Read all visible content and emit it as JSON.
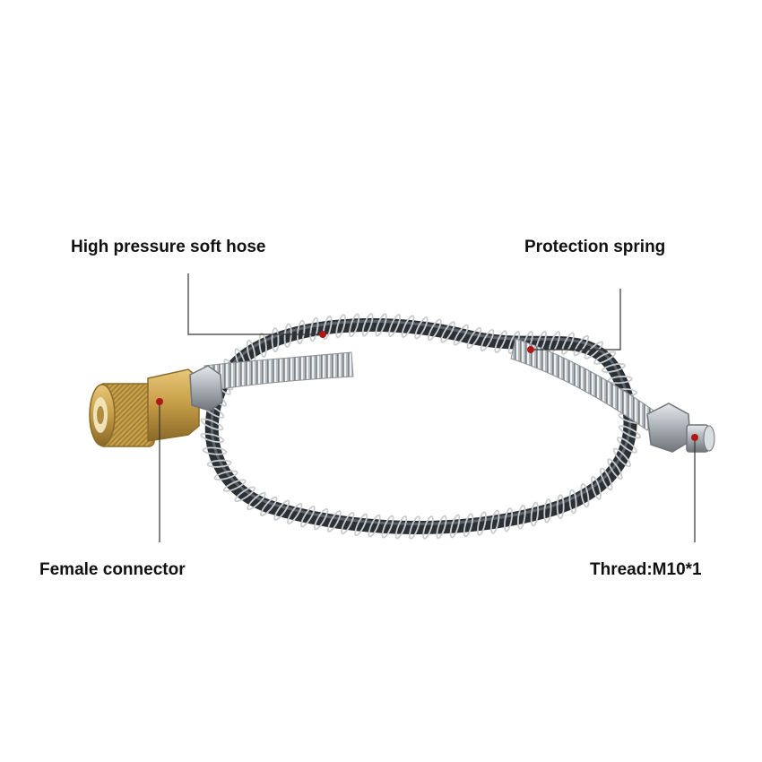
{
  "labels": {
    "hose": "High pressure soft hose",
    "spring": "Protection spring",
    "female": "Female connector",
    "thread": "Thread:M10*1"
  },
  "colors": {
    "hose": "#2b3035",
    "spring": "#c9ccce",
    "brass": "#c9a04a",
    "steel": "#a9afb4",
    "callout_line": "#333333",
    "callout_dot": "#b01818"
  }
}
